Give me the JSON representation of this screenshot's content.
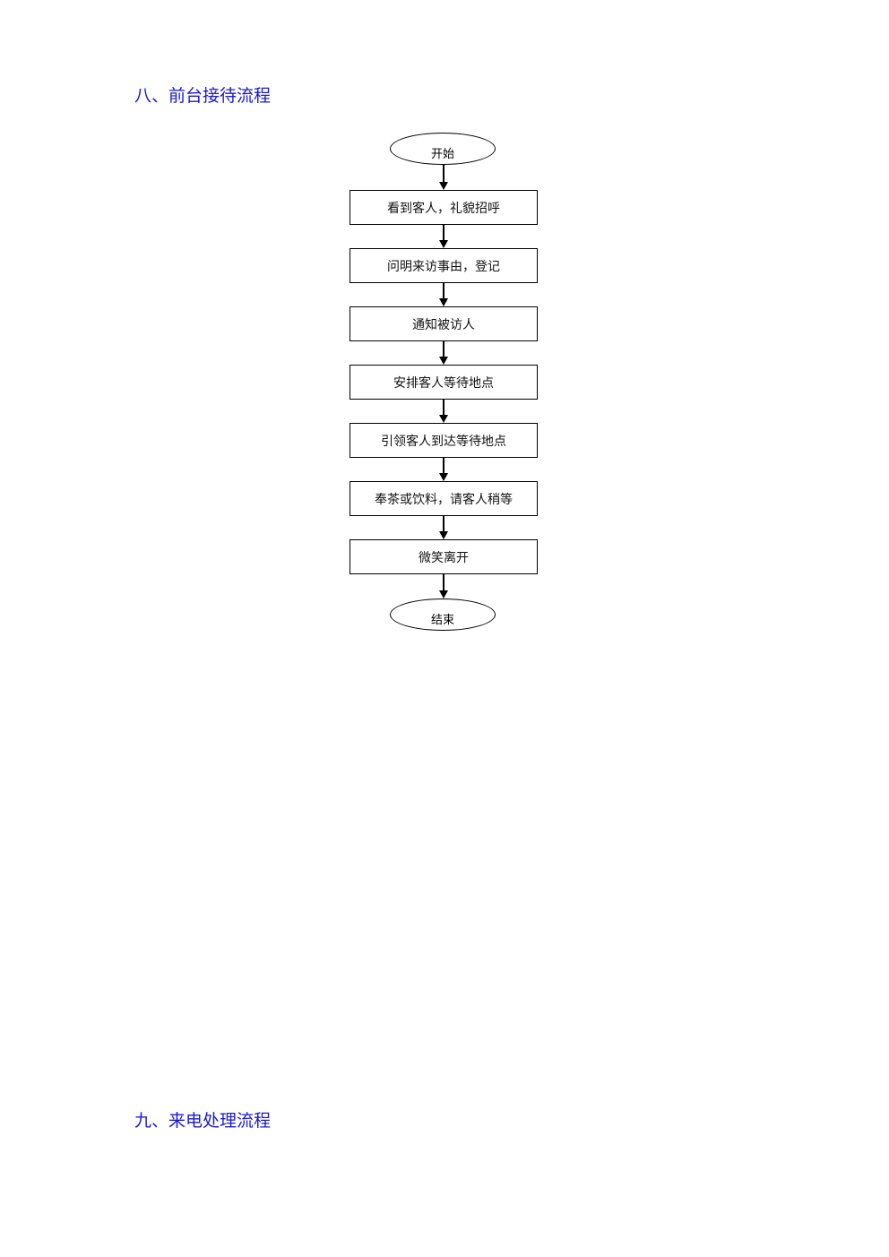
{
  "sections": [
    {
      "heading": "八、前台接待流程"
    },
    {
      "heading": "九、来电处理流程"
    }
  ],
  "flowchart": {
    "start": "开始",
    "steps": [
      "看到客人，礼貌招呼",
      "问明来访事由，登记",
      "通知被访人",
      "安排客人等待地点",
      "引领客人到达等待地点",
      "奉茶或饮料，请客人稍等",
      "微笑离开"
    ],
    "end": "结束"
  },
  "colors": {
    "heading": "#1a1acc",
    "line": "#000000"
  }
}
